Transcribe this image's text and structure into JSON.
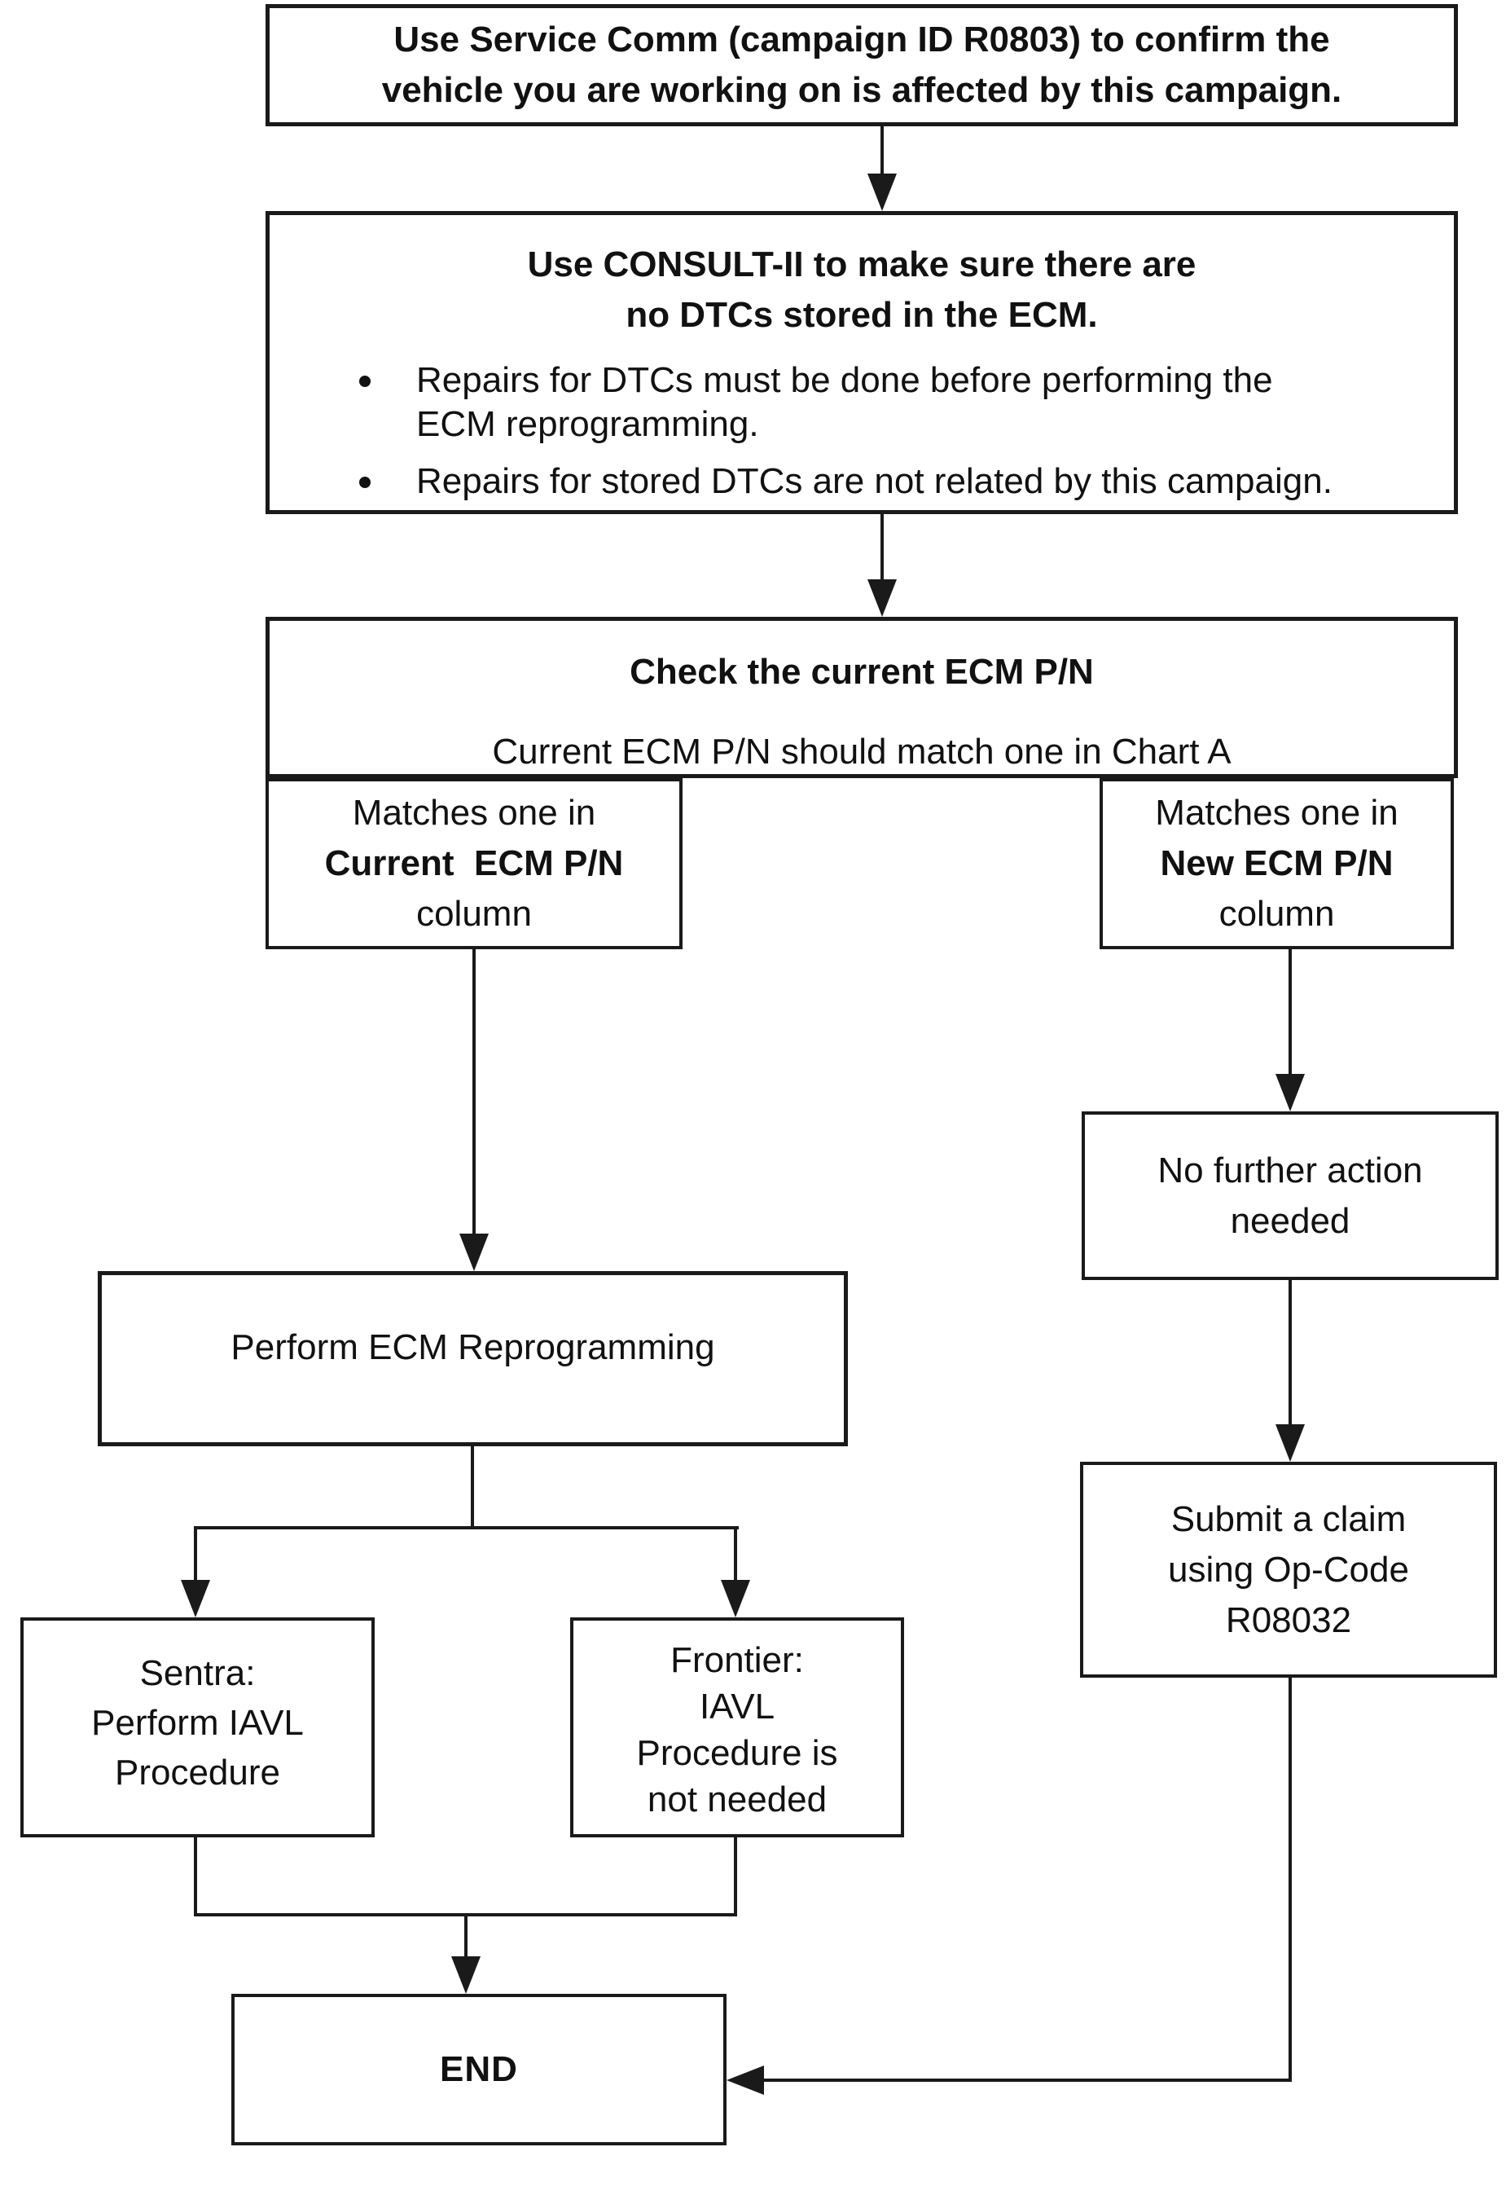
{
  "page": {
    "background_color": "#ffffff",
    "ink_color": "#1a1a1a"
  },
  "nodes": {
    "confirm": {
      "lines": [
        "Use Service Comm (campaign ID R0803) to confirm the",
        "vehicle you are working on is affected by this campaign."
      ]
    },
    "consult": {
      "title_lines": [
        "Use CONSULT-II to make sure there are",
        "no DTCs stored in the ECM."
      ],
      "bullets": [
        {
          "lines": [
            "Repairs for DTCs must be done before performing the",
            "ECM reprogramming."
          ]
        },
        {
          "lines": [
            "Repairs for stored DTCs are not related by this campaign."
          ]
        }
      ]
    },
    "check_ecm": {
      "title": "Check the current ECM P/N",
      "subtitle": "Current ECM P/N should match one in Chart A"
    },
    "match_current": {
      "line1": "Matches one in",
      "line2": "Current  ECM P/N",
      "line3": "column"
    },
    "match_new": {
      "line1": "Matches one in",
      "line2": "New ECM P/N",
      "line3": "column"
    },
    "perform": {
      "label": "Perform ECM Reprogramming"
    },
    "no_action": {
      "lines": [
        "No further action",
        "needed"
      ]
    },
    "submit_claim": {
      "lines": [
        "Submit a claim",
        "using Op-Code",
        "R08032"
      ]
    },
    "sentra": {
      "lines": [
        "Sentra:",
        "Perform IAVL",
        "Procedure"
      ]
    },
    "frontier": {
      "lines": [
        "Frontier:",
        "IAVL",
        "Procedure is",
        "not needed"
      ]
    },
    "end": {
      "label": "END"
    }
  }
}
